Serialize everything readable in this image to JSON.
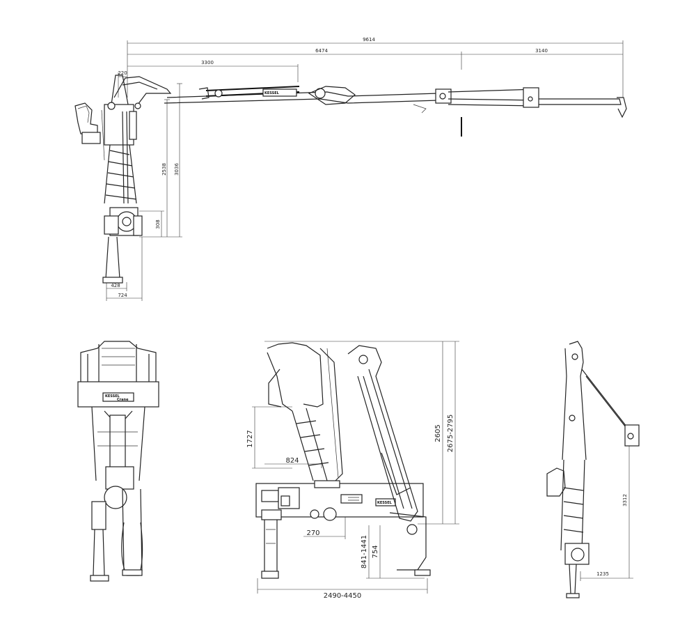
{
  "dimensions": {
    "total_reach": "9614",
    "main_reach": "6474",
    "extension_reach": "3140",
    "inner_boom": "3300",
    "offset_top": "220",
    "height_boom": "2538",
    "height_total": "3036",
    "base_height": "308",
    "base_width_small": "428",
    "base_width_large": "724",
    "folded_height": "1727",
    "folded_depth": "824",
    "folded_height_range": "2605",
    "folded_height_range_alt": "2675-2795",
    "column_offset": "270",
    "leg_height_range": "841-1441",
    "leg_height": "754",
    "stabilizer_span": "2490-4450",
    "side_reach_height": "3312",
    "side_reach_width": "1235"
  },
  "branding": {
    "plate_text": "Crane",
    "logo_text": "KESSEL"
  }
}
